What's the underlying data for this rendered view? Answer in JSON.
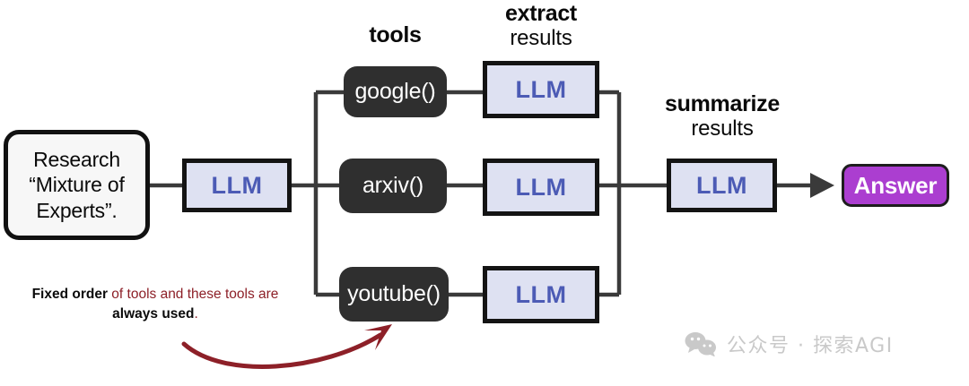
{
  "diagram": {
    "title": "Fixed-order tool-use LLM pipeline",
    "colors": {
      "llm_fill": "#dee1f2",
      "llm_text": "#4c5bb5",
      "tool_fill": "#2f2f2f",
      "answer_fill": "#ab3ed0",
      "wire": "#3a3a3a",
      "annotation_red": "#8d2028",
      "border": "#141414"
    },
    "prompt": {
      "line1": "Research",
      "line2": "“Mixture of",
      "line3": "Experts”."
    },
    "router_llm": {
      "label": "LLM"
    },
    "headings": {
      "tools": {
        "strong": "tools"
      },
      "extract": {
        "strong": "extract",
        "light": "results"
      },
      "summarize": {
        "strong": "summarize",
        "light": "results"
      }
    },
    "rows": [
      {
        "tool": "google()",
        "llm": "LLM"
      },
      {
        "tool": "arxiv()",
        "llm": "LLM"
      },
      {
        "tool": "youtube()",
        "llm": "LLM"
      }
    ],
    "summarize_llm": {
      "label": "LLM"
    },
    "answer": {
      "label": "Answer"
    },
    "caption": {
      "part1": "Fixed order",
      "part2": " of tools and these tools are ",
      "part3": "always used",
      "part4": "."
    },
    "watermark": {
      "icon": "wechat-icon",
      "text": "公众号 · 探索AGI"
    }
  }
}
